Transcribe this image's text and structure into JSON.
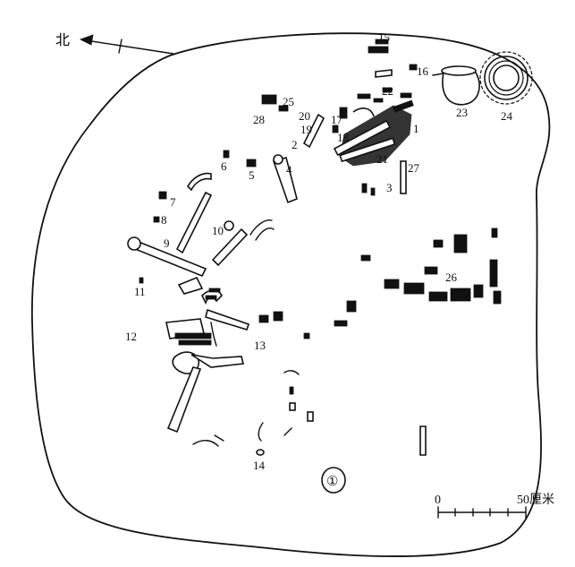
{
  "compass": {
    "north_label": "北"
  },
  "scale": {
    "zero_label": "0",
    "end_label": "50厘米"
  },
  "labels": [
    "1",
    "2",
    "3",
    "4",
    "5",
    "6",
    "7",
    "8",
    "9",
    "10",
    "11",
    "12",
    "13",
    "14",
    "15",
    "16",
    "17",
    "18",
    "19",
    "20",
    "21",
    "22",
    "23",
    "24",
    "25",
    "26",
    "27",
    "28"
  ],
  "coin_label": "①"
}
